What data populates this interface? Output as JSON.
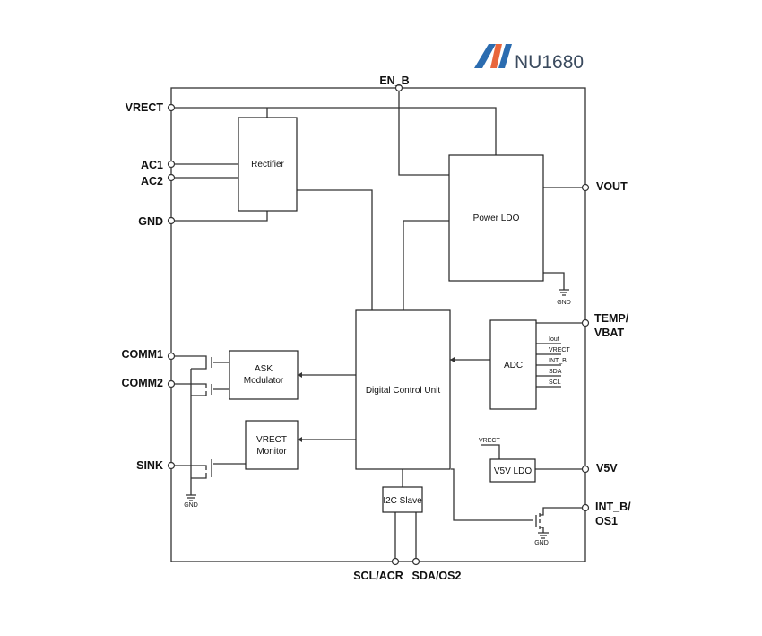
{
  "brand": {
    "name": "NU1680",
    "colors": {
      "primary": "#2b6cb0",
      "accent": "#e8663c"
    }
  },
  "pins": {
    "en_b": "EN_B",
    "vrect": "VRECT",
    "ac1": "AC1",
    "ac2": "AC2",
    "gnd": "GND",
    "comm1": "COMM1",
    "comm2": "COMM2",
    "sink": "SINK",
    "vout": "VOUT",
    "temp_line1": "TEMP/",
    "temp_line2": "VBAT",
    "v5v": "V5V",
    "int_line1": "INT_B/",
    "int_line2": "OS1",
    "scl": "SCL/ACR",
    "sda": "SDA/OS2"
  },
  "blocks": {
    "rectifier": "Rectifier",
    "power_ldo": "Power LDO",
    "dcu": "Digital Control Unit",
    "adc": "ADC",
    "ask_line1": "ASK",
    "ask_line2": "Modulator",
    "vmon_line1": "VRECT",
    "vmon_line2": "Monitor",
    "v5v_ldo": "V5V LDO",
    "i2c": "I2C Slave"
  },
  "adc_inputs": [
    "Iout",
    "VRECT",
    "INT_B",
    "SDA",
    "SCL"
  ],
  "labels": {
    "gnd": "GND",
    "vrect": "VRECT"
  }
}
